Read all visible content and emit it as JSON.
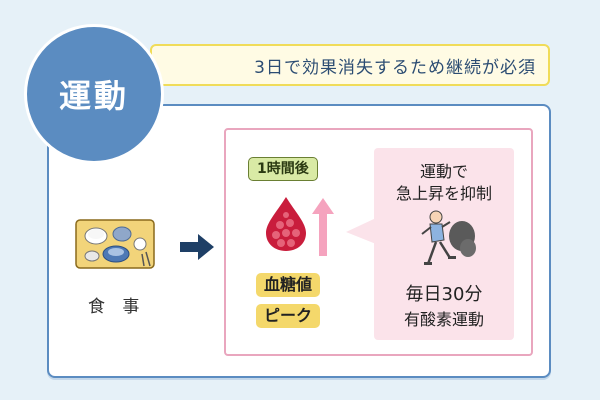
{
  "title": "運動",
  "tagline": "3日で効果消失するため継続が必須",
  "meal": {
    "label": "食 事"
  },
  "timing_badge": "1時間後",
  "blood_sugar": {
    "label": "血糖値",
    "peak": "ピーク"
  },
  "exercise_effect": {
    "line1": "運動で",
    "line2": "急上昇を抑制"
  },
  "exercise_routine": {
    "line1": "毎日30分",
    "line2": "有酸素運動"
  },
  "colors": {
    "accent_blue": "#5b8cc1",
    "tagline_yellow": "#f0dc59",
    "pink_border": "#e9a6be",
    "bubble_pink": "#fbe3ea",
    "badge_green": "#d9eaa5",
    "badge_yellow": "#f4d86b",
    "arrow_navy": "#1e3f66"
  },
  "icons": [
    "meal-tray-icon",
    "right-arrow-icon",
    "blood-drop-icon",
    "up-arrow-icon",
    "running-person-icon"
  ]
}
